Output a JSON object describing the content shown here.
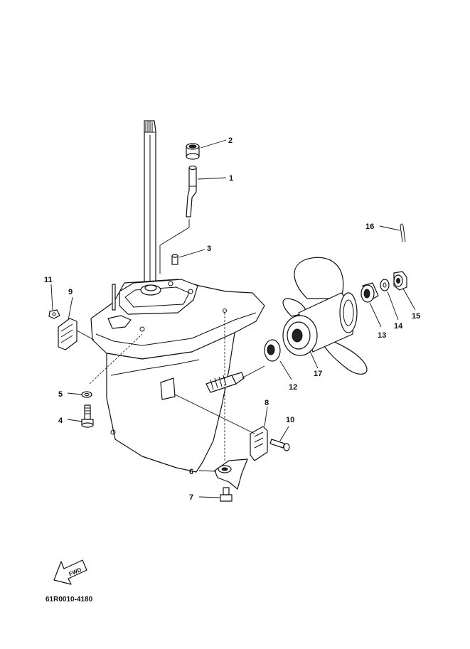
{
  "diagram": {
    "callouts": [
      "1",
      "2",
      "3",
      "4",
      "5",
      "6",
      "7",
      "8",
      "9",
      "10",
      "11",
      "12",
      "13",
      "14",
      "15",
      "16",
      "17"
    ],
    "fwd_label": "FWD",
    "drawing_code": "61R0010-4180"
  }
}
